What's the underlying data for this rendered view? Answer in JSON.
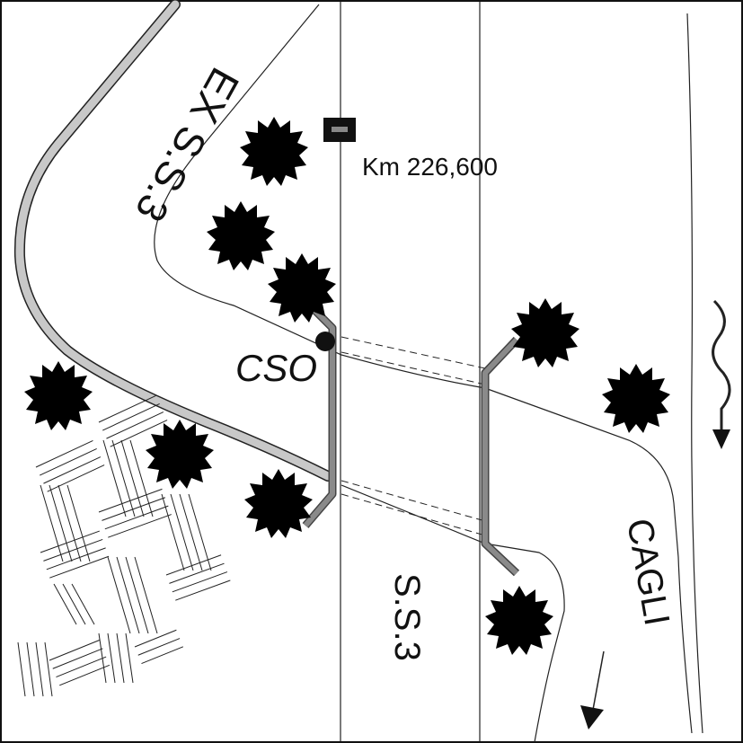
{
  "map": {
    "labels": {
      "old_road": "EX S.S.3",
      "main_road": "S.S.3",
      "destination": "CAGLI",
      "chainage": "Km 226,600",
      "site": "CSO"
    },
    "colors": {
      "background": "#ffffff",
      "road_edge": "#222222",
      "old_road_fill": "#c8c8c8",
      "culvert": "#7a7a7a",
      "tree_fill": "#6e6e6e",
      "marker": "#111111"
    },
    "icons": {
      "trees": "tree-icon",
      "marker": "km-marker-icon",
      "site": "site-point-icon",
      "flow": "water-flow-arrow-icon"
    }
  }
}
